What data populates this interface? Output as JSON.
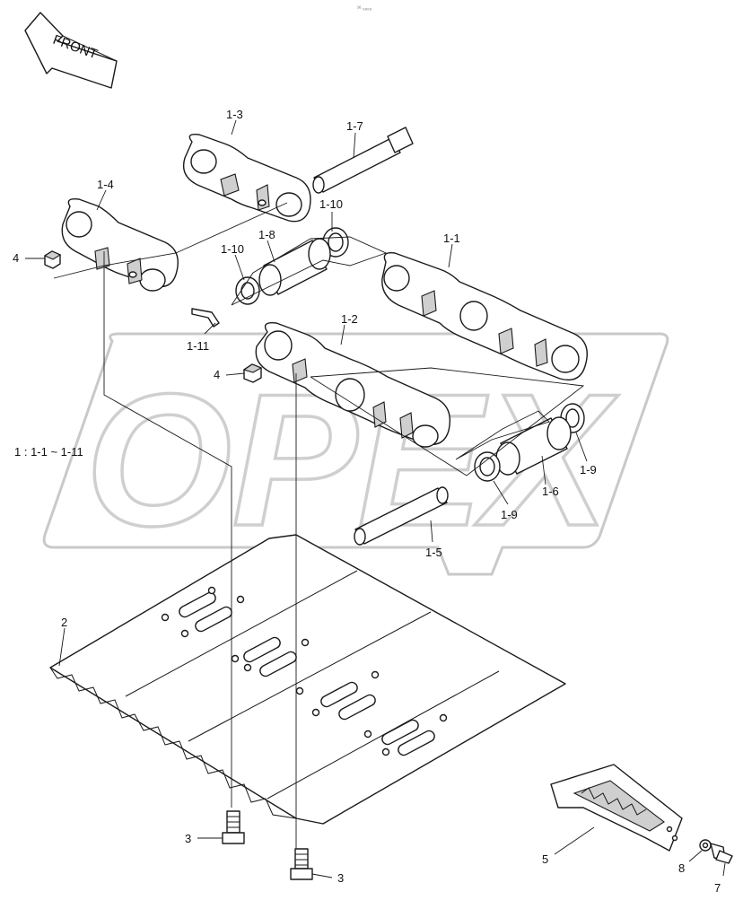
{
  "header": {
    "tiny_mark": "¹⁶ ₀₀₀₀"
  },
  "direction": {
    "label": "FRONT"
  },
  "watermark": {
    "text": "OPEX"
  },
  "note": {
    "text": "1 : 1-1 ~ 1-11"
  },
  "callouts": {
    "c1_3": "1-3",
    "c1_7": "1-7",
    "c1_4": "1-4",
    "c1_10a": "1-10",
    "c1_10b": "1-10",
    "c1_8": "1-8",
    "c1_1": "1-1",
    "c4a": "4",
    "c1_11": "1-11",
    "c1_2": "1-2",
    "c4b": "4",
    "c1_9a": "1-9",
    "c1_6": "1-6",
    "c1_9b": "1-9",
    "c1_5": "1-5",
    "c2": "2",
    "c3a": "3",
    "c3b": "3",
    "c5": "5",
    "c8": "8",
    "c7": "7"
  }
}
